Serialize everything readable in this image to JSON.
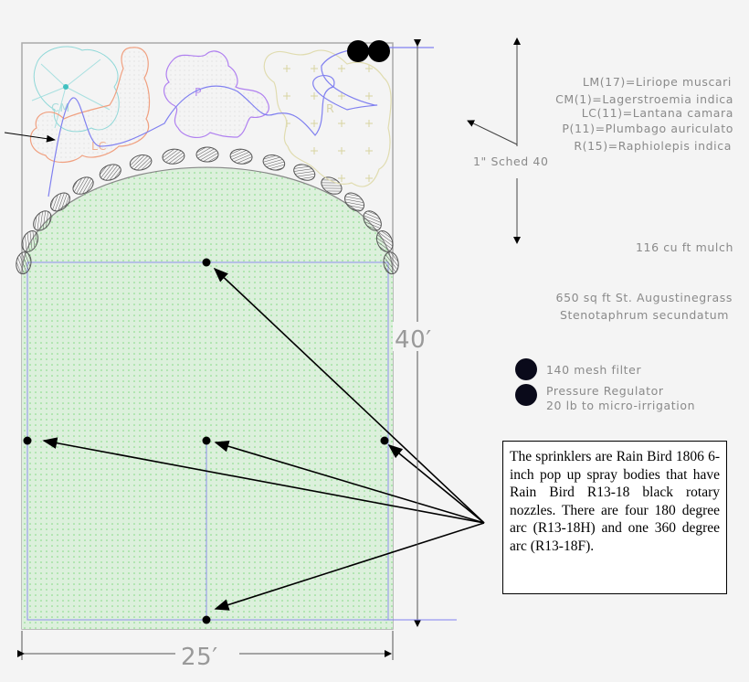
{
  "legend": {
    "plants": [
      "LM(17)=Liriope muscari",
      "CM(1)=Lagerstroemia indica",
      "LC(11)=Lantana camara",
      "P(11)=Plumbago auriculato",
      "R(15)=Raphiolepis indica"
    ],
    "pipe": "1\" Sched 40",
    "mulch": "116 cu ft mulch",
    "turf_line1": "650 sq ft St. Augustinegrass",
    "turf_line2": "Stenotaphrum secundatum",
    "filter": "140 mesh filter",
    "regulator_line1": "Pressure Regulator",
    "regulator_line2": "20 lb to micro-irrigation"
  },
  "plan_labels": {
    "cm": "CM",
    "lc": "LC",
    "p": "P",
    "r": "R"
  },
  "dimensions": {
    "height": "40′",
    "width": "25′"
  },
  "note": "The sprinklers are Rain Bird 1806 6-inch pop up spray bodies that have Rain Bird R13-18 black rotary nozzles. There are four 180 degree arc (R13-18H) and one 360 degree arc (R13-18F).",
  "colors": {
    "turf": "#d8f0d8",
    "pipe": "#8080ff",
    "cm": "#8fd8d8",
    "lc": "#f0a080",
    "p": "#b080f0",
    "r": "#e0dcb0"
  }
}
